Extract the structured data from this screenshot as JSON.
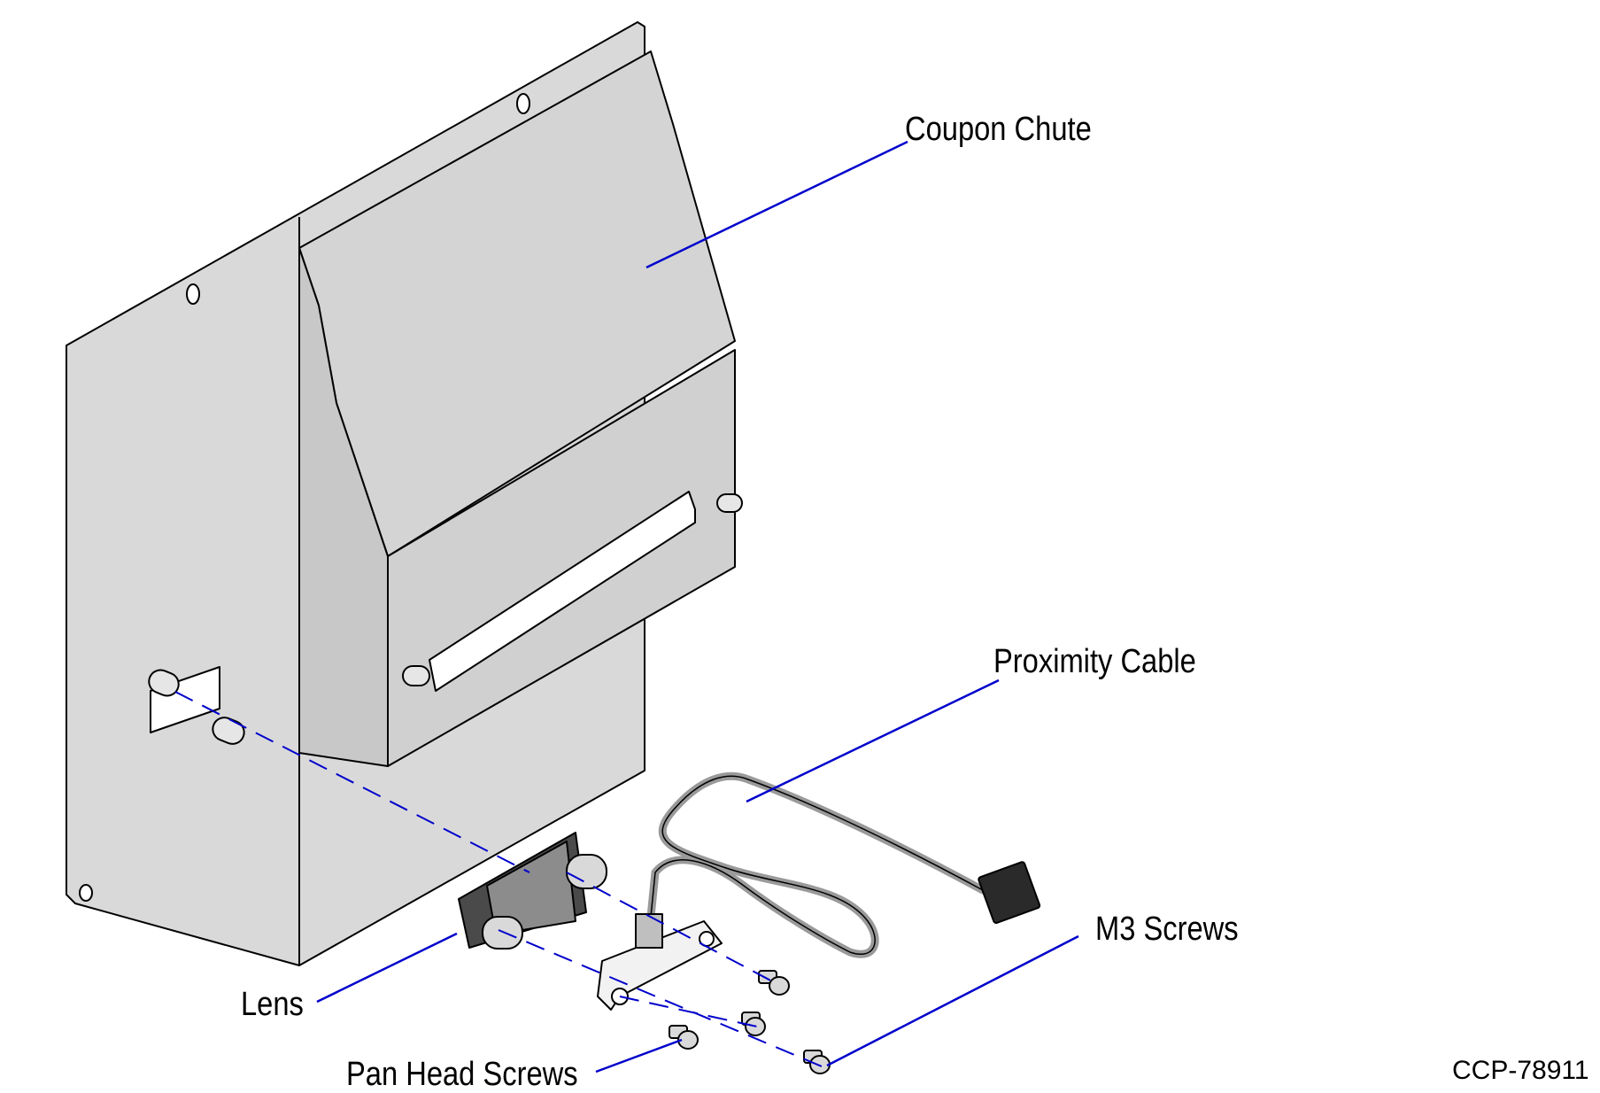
{
  "labels": {
    "coupon_chute": "Coupon Chute",
    "proximity_cable": "Proximity Cable",
    "m3_screws": "M3 Screws",
    "lens": "Lens",
    "pan_head_screws": "Pan Head Screws"
  },
  "figure_id": "CCP-78911",
  "colors": {
    "leader": "#0000cc",
    "panel_fill": "#d9d9d9",
    "panel_dark": "#bfbfbf",
    "outline": "#000000",
    "cable": "#9a9a9a"
  }
}
